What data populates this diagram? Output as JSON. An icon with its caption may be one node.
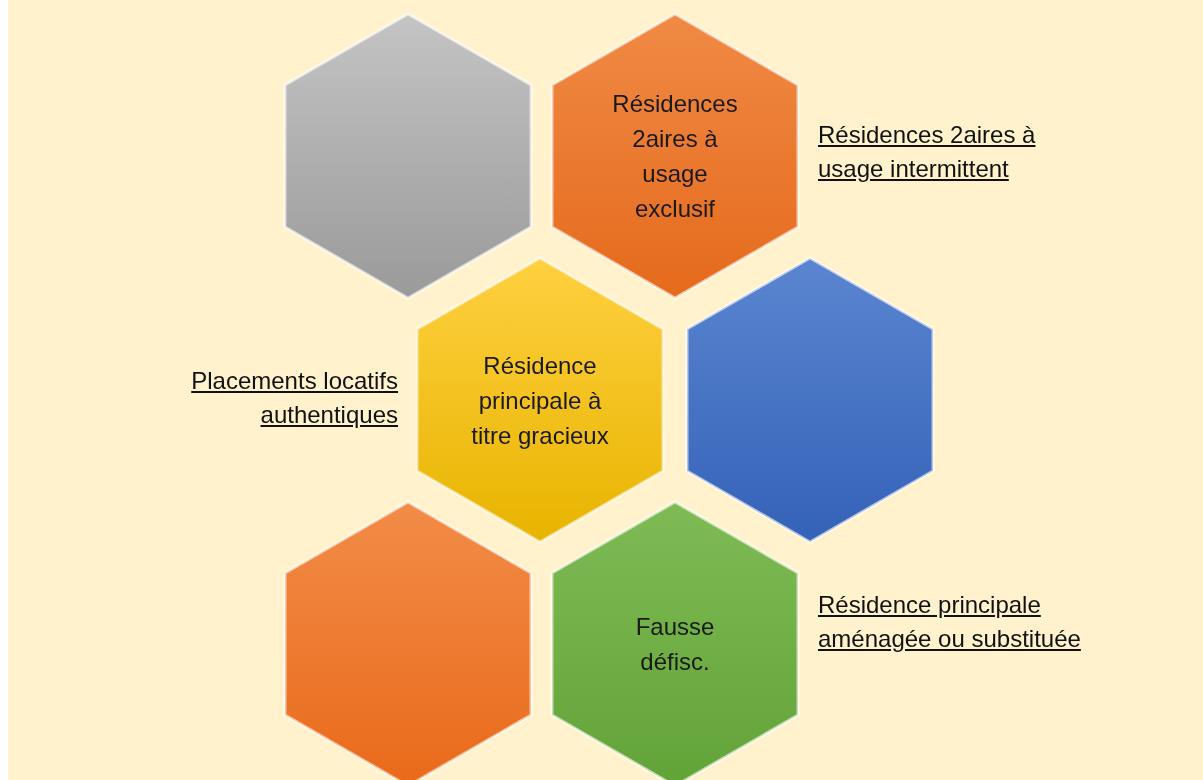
{
  "diagram": {
    "nodes": [
      {
        "text": [],
        "shape": "hexagon"
      },
      {
        "text": [
          "Résidences 2aires à usage exclusif"
        ]
      },
      {
        "text": [
          "Résidence principale à titre gracieux"
        ]
      },
      {
        "text": [],
        "shape": "hexagon"
      },
      {
        "text": [],
        "shape": "hexagon"
      },
      {
        "text": [
          "Fausse défisc."
        ]
      }
    ],
    "edges": [],
    "labels": [
      "Résidences 2aires à usage intermittent",
      "Placements locatifs authentiques",
      "Résidence principale aménagée ou substituée"
    ]
  }
}
